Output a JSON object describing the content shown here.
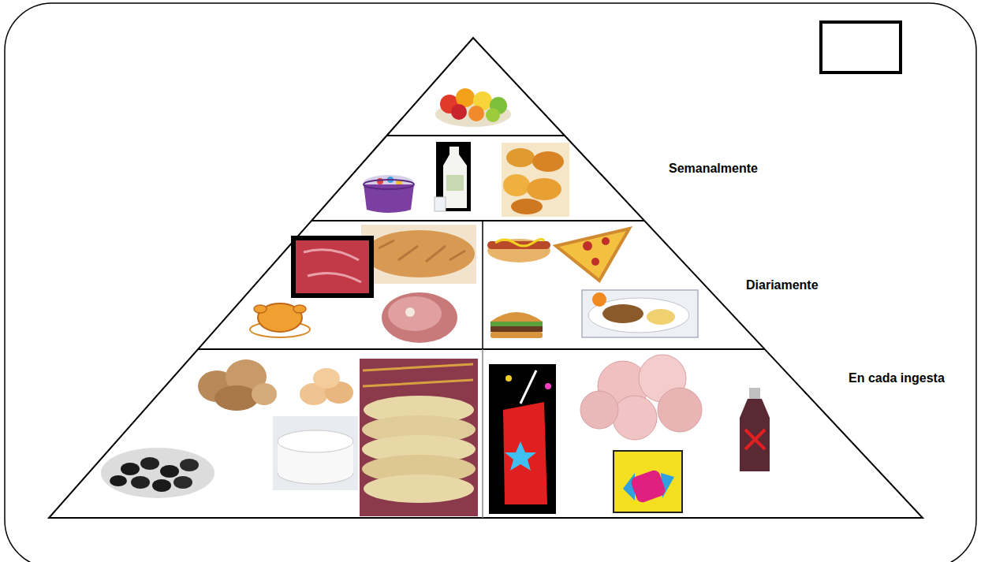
{
  "diagram": {
    "labels": [
      "Semanalmente",
      "Diariamente",
      "En cada ingesta"
    ]
  }
}
